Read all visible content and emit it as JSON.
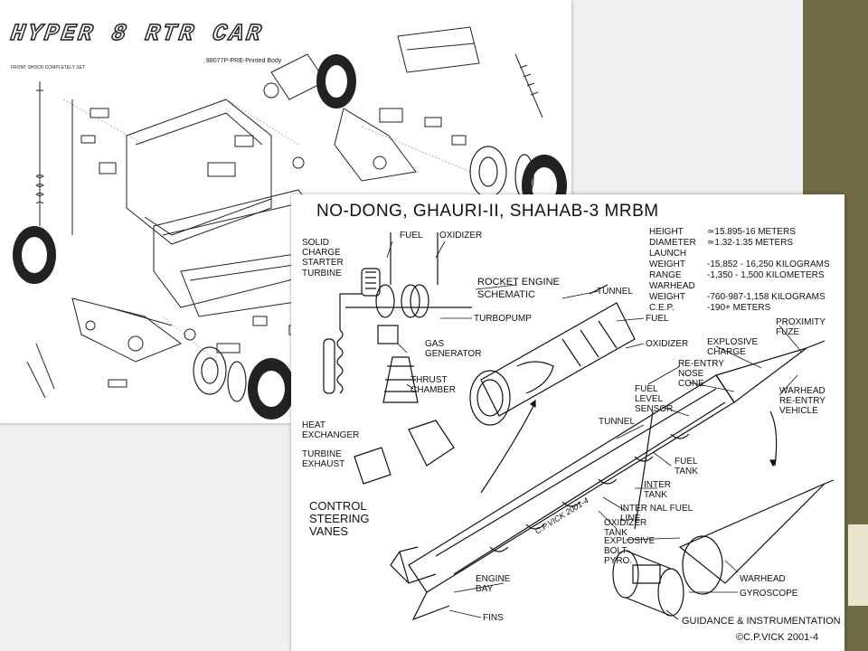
{
  "car": {
    "title": "HYPER 8 RTR CAR",
    "body_label": "88077P-PRE-Printed Body",
    "shock_note": "FRONT SHOCK COMPLETELY SET"
  },
  "rocket": {
    "title": "NO-DONG, GHAURI-II, SHAHAB-3 MRBM",
    "labels": {
      "fuel_top": "FUEL",
      "oxidizer_top": "OXIDIZER",
      "solid_charge_starter": "SOLID\nCHARGE\nSTARTER",
      "turbine": "TURBINE",
      "rocket_engine_schematic": "ROCKET ENGINE\nSCHEMATIC",
      "tunnel_top": "TUNNEL",
      "turbopump": "TURBOPUMP",
      "fuel_right": "FUEL",
      "oxidizer_right": "OXIDIZER",
      "gas_generator": "GAS\nGENERATOR",
      "thrust_chamber": "THRUST\nCHAMBER",
      "heat_exchanger": "HEAT\nEXCHANGER",
      "turbine_exhaust": "TURBINE\nEXHAUST",
      "control_steering_vanes": "CONTROL\nSTEERING\nVANES",
      "tunnel_mid": "TUNNEL",
      "proximity_fuze": "PROXIMITY\nFUZE",
      "explosive_charge": "EXPLOSIVE\nCHARGE",
      "reentry_nose_cone": "RE-ENTRY\nNOSE\nCONE",
      "fuel_level_sensor": "FUEL\nLEVEL\nSENSOR",
      "warhead_reentry_vehicle": "WARHEAD\nRE-ENTRY\nVEHICLE",
      "fuel_tank": "FUEL\nTANK",
      "inter_tank": "INTER\nTANK",
      "internal_fuel_line": "INTER NAL FUEL\nLINE",
      "oxidizer_tank": "OXIDIZER\nTANK",
      "explosive_bolt_pyro": "EXPLOSIVE\nBOLT\nPYRO.",
      "engine_bay": "ENGINE\nBAY",
      "fins": "FINS",
      "warhead": "WARHEAD",
      "gyroscope": "GYROSCOPE",
      "guidance_instrumentation": "GUIDANCE & INSTRUMENTATION",
      "credit": "©C.P.VICK 2001-4",
      "rocket_signature": "C.P.VICK 2001-4"
    },
    "specs": [
      {
        "key": "HEIGHT",
        "value": "≃15.895-16 METERS"
      },
      {
        "key": "DIAMETER",
        "value": "≃1.32-1.35 METERS"
      },
      {
        "key": "LAUNCH",
        "value": ""
      },
      {
        "key": "WEIGHT",
        "value": "-15,852 - 16,250 KILOGRAMS"
      },
      {
        "key": "RANGE",
        "value": "-1,350 - 1,500 KILOMETERS"
      },
      {
        "key": "WARHEAD",
        "value": ""
      },
      {
        "key": "WEIGHT",
        "value": "-760-987-1,158 KILOGRAMS"
      },
      {
        "key": "C.E.P.",
        "value": "-190+      METERS"
      }
    ]
  },
  "colors": {
    "side_bar": "#706b45",
    "accent": "#e9e6cf",
    "ink": "#111111"
  }
}
